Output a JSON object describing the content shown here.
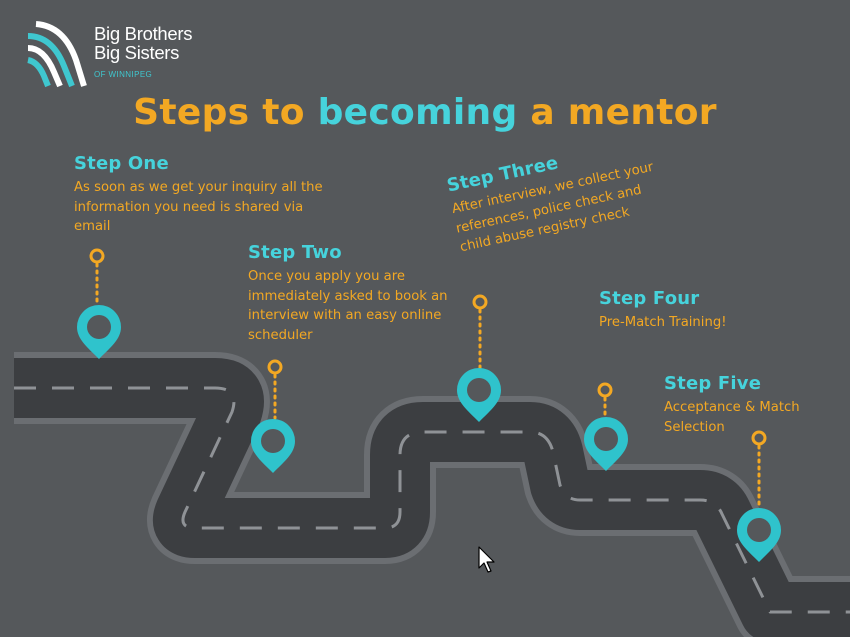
{
  "brand": {
    "line1": "Big Brothers",
    "line2": "Big Sisters",
    "line3": "OF WINNIPEG",
    "logo_icon": "bbbs-arcs-logo"
  },
  "title": {
    "part1": "Steps to ",
    "part2": "becoming",
    "part3": " a mentor"
  },
  "steps": [
    {
      "heading": "Step One",
      "text": "As soon as we get your inquiry all the information you need is shared via email"
    },
    {
      "heading": "Step Two",
      "text": "Once you apply you are immediately asked to book an interview with an easy online scheduler"
    },
    {
      "heading": "Step Three",
      "text": "After interview, we collect your references, police check and child abuse registry check"
    },
    {
      "heading": "Step Four",
      "text": "Pre-Match Training!"
    },
    {
      "heading": "Step Five",
      "text": "Acceptance & Match Selection"
    }
  ],
  "colors": {
    "background": "#55585b",
    "road": "#3a3c3f",
    "road_edge": "#6f7276",
    "heading_teal": "#46d3dc",
    "text_orange": "#f3a823",
    "lane_marking": "#8d9095"
  },
  "icons": [
    "map-pin-icon",
    "small-pin-icon",
    "mouse-cursor-icon"
  ]
}
